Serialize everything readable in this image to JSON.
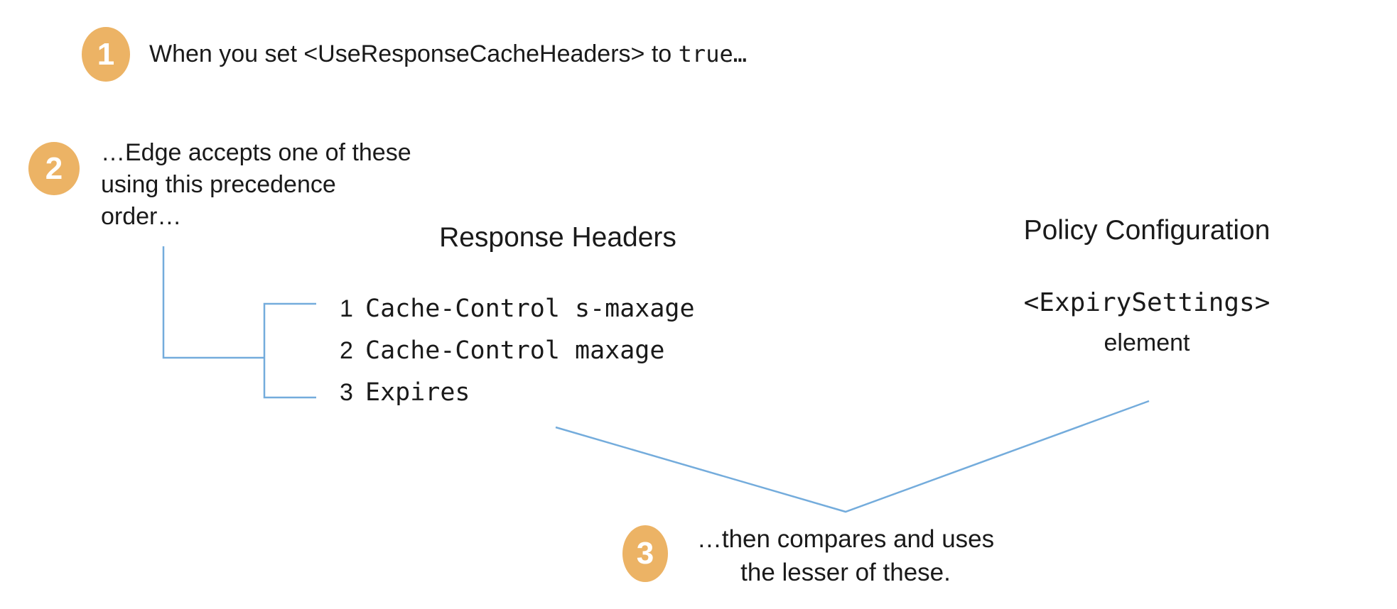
{
  "colors": {
    "badge": "#ECB365",
    "badge_text": "#FFFFFF",
    "line": "#74ACDC",
    "text": "#1A1A1A",
    "background": "#FFFFFF"
  },
  "steps": [
    {
      "number": "1",
      "text_plain": "When you set <UseResponseCacheHeaders> to ",
      "text_code": "true…"
    },
    {
      "number": "2",
      "line1": "…Edge accepts one of these",
      "line2": "using this precedence",
      "line3": "order…"
    },
    {
      "number": "3",
      "line1": "…then compares and uses",
      "line2": "the lesser of these."
    }
  ],
  "response_headers": {
    "title": "Response Headers",
    "items": [
      {
        "rank": "1",
        "value": "Cache-Control s-maxage"
      },
      {
        "rank": "2",
        "value": "Cache-Control maxage"
      },
      {
        "rank": "3",
        "value": "Expires"
      }
    ]
  },
  "policy_configuration": {
    "title": "Policy Configuration",
    "code": "<ExpirySettings>",
    "label": "element"
  }
}
